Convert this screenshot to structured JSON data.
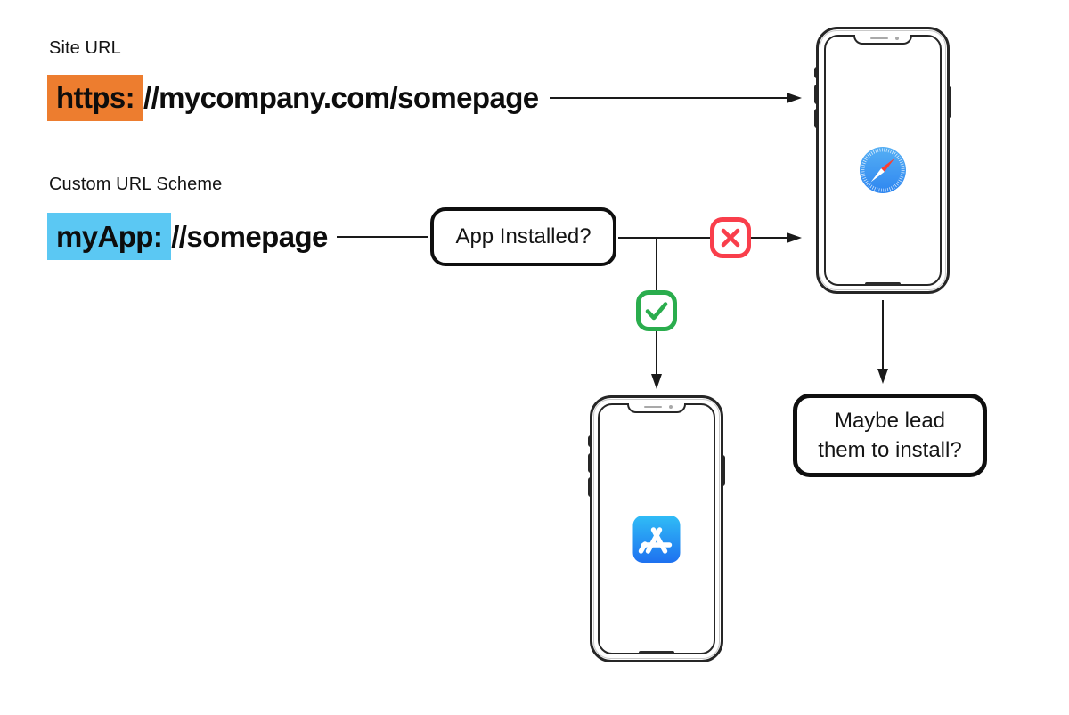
{
  "site_url": {
    "label": "Site URL",
    "scheme": "https:",
    "path": "//mycompany.com/somepage"
  },
  "custom_scheme": {
    "label": "Custom URL Scheme",
    "scheme": "myApp:",
    "path": "//somepage"
  },
  "decision_box": {
    "label": "App Installed?"
  },
  "maybe_box": {
    "line1": "Maybe lead",
    "line2": "them to install?"
  },
  "outcomes": {
    "not_installed_icon": "cross",
    "installed_icon": "check"
  },
  "phones": {
    "browser_phone": {
      "app_icon": "safari"
    },
    "store_phone": {
      "app_icon": "app-store"
    }
  },
  "colors": {
    "scheme_highlight_orange": "#ED7D2F",
    "scheme_highlight_blue": "#5BC8F3",
    "cross_red": "#F93E4B",
    "check_green": "#2AAD4D",
    "connector_black": "#1a1a1a",
    "safari_blue_top": "#55AFF4",
    "safari_blue_bottom": "#2E86F0",
    "appstore_blue_top": "#30BDF6",
    "appstore_blue_bottom": "#1E71F0"
  }
}
